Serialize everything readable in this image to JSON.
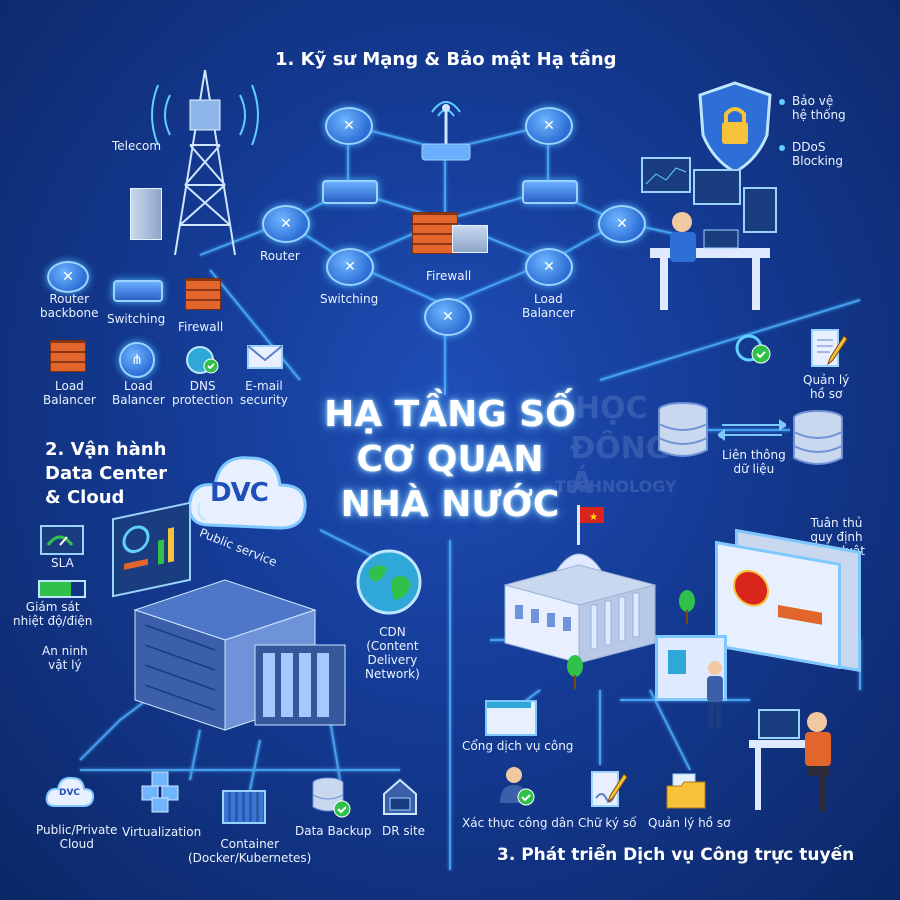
{
  "title": {
    "line1": "HẠ TẦNG SỐ",
    "line2": "CƠ QUAN",
    "line3": "NHÀ NƯỚC"
  },
  "watermark": {
    "line1": "HỌC",
    "line2": "ĐÔNG Á",
    "line3": "TECHNOLOGY"
  },
  "section1": {
    "heading": "1. Kỹ sư Mạng & Bảo mật Hạ tầng",
    "telecom": "Telecom",
    "router": "Router",
    "switching": "Switching",
    "firewall": "Firewall",
    "load_balancer": "Load\nBalancer",
    "security_bullets": [
      "Bảo vệ\nhệ thống",
      "DDoS\nBlocking"
    ],
    "legend": [
      {
        "label": "Router\nbackbone",
        "icon": "router-icon"
      },
      {
        "label": "Switching",
        "icon": "switch-icon"
      },
      {
        "label": "Firewall",
        "icon": "firewall-icon"
      },
      {
        "label": "Load\nBalancer",
        "icon": "firewall-icon"
      },
      {
        "label": "Load\nBalancer",
        "icon": "load-balancer-icon"
      },
      {
        "label": "DNS\nprotection",
        "icon": "globe-shield-icon"
      },
      {
        "label": "E-mail\nsecurity",
        "icon": "envelope-icon"
      }
    ]
  },
  "section2": {
    "heading": "2. Vận hành\nData Center\n& Cloud",
    "dvc": "DVC",
    "public_service": "Public service",
    "sla": "SLA",
    "monitor": "Giám sát\nnhiệt độ/điện",
    "security": "An ninh\nvật lý",
    "cdn": "CDN\n(Content\nDelivery\nNetwork)",
    "bottom": [
      {
        "label": "Public/Private\nCloud",
        "icon": "cloud-icon",
        "badge": "DVC"
      },
      {
        "label": "Virtualization",
        "icon": "cubes-icon"
      },
      {
        "label": "Container\n(Docker/Kubernetes)",
        "icon": "container-icon"
      },
      {
        "label": "Data Backup",
        "icon": "database-check-icon"
      },
      {
        "label": "DR site",
        "icon": "house-icon"
      }
    ]
  },
  "section3": {
    "heading": "3. Phát triển Dịch vụ Công trực tuyến",
    "records": "Quản lý\nhồ sơ",
    "exchange": "Liên thông\ndữ liệu",
    "compliance": "Tuân thủ\nquy định\npháp luật",
    "portal": "Cổng dịch vụ công",
    "bottom": [
      {
        "label": "Xác thực công dân",
        "icon": "citizen-check-icon"
      },
      {
        "label": "Chữ ký số",
        "icon": "signature-icon"
      },
      {
        "label": "Quản lý hồ sơ",
        "icon": "folder-icon"
      }
    ]
  },
  "colors": {
    "bg": "#143a93",
    "line": "#4db3ff",
    "glow": "#7ec8ff",
    "brick": "#e2662b",
    "check": "#2fc14a"
  }
}
